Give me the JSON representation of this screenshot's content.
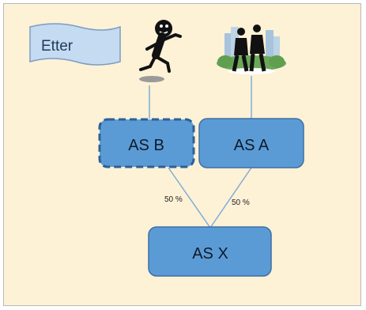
{
  "banner": {
    "text": "Etter"
  },
  "entities": {
    "as_b": {
      "label": "AS B",
      "style": "dashed-border"
    },
    "as_a": {
      "label": "AS A",
      "style": "solid"
    },
    "as_x": {
      "label": "AS X",
      "style": "solid"
    }
  },
  "edges": {
    "b_to_x": {
      "label": "50 %"
    },
    "a_to_x": {
      "label": "50 %"
    }
  },
  "icons": {
    "person": "running-person-icon",
    "business": "business-people-icon"
  },
  "colors": {
    "background": "#fdf1d6",
    "box_fill": "#5b9bd5",
    "box_border": "#3f6fa5",
    "line": "#7faed8",
    "banner_fill": "#c5dbf1"
  }
}
